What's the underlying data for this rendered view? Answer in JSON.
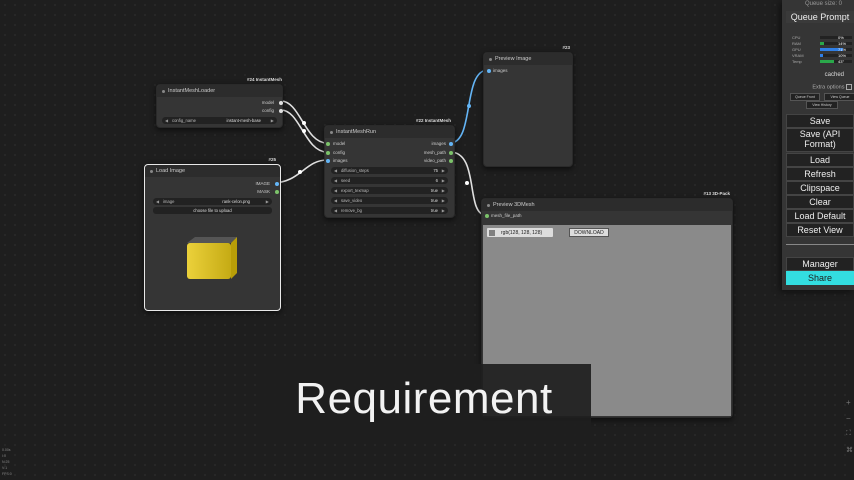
{
  "nodes": {
    "loader": {
      "id": "#24 InstantMesh",
      "title": "InstantMeshLoader",
      "outputs": [
        "model",
        "config"
      ],
      "widget": {
        "label": "config_name",
        "value": "instant-mesh-base"
      }
    },
    "load_image": {
      "id": "#25",
      "title": "Load Image",
      "outputs": [
        "IMAGE",
        "MASK"
      ],
      "widget": {
        "label": "image",
        "value": "rank-celon.png"
      },
      "upload_label": "choose file to upload"
    },
    "run": {
      "id": "#22 InstantMesh",
      "title": "InstantMeshRun",
      "inputs": [
        "model",
        "config",
        "images"
      ],
      "outputs": [
        "images",
        "mesh_path",
        "video_path"
      ],
      "widgets": [
        {
          "label": "diffusion_steps",
          "value": "75"
        },
        {
          "label": "seed",
          "value": "6"
        },
        {
          "label": "export_texmap",
          "value": "true"
        },
        {
          "label": "save_video",
          "value": "true"
        },
        {
          "label": "remove_bg",
          "value": "true"
        }
      ]
    },
    "preview_image": {
      "id": "#23",
      "title": "Preview Image",
      "inputs": [
        "images"
      ]
    },
    "preview_3d": {
      "id": "#13 3D-Pack",
      "title": "Preview 3DMesh",
      "inputs": [
        "mesh_file_path"
      ],
      "color_value": "rgb(128, 128, 128)",
      "download_label": "DOWNLOAD"
    }
  },
  "panel": {
    "queue_size": "Queue size: 0",
    "queue_prompt": "Queue Prompt",
    "monitors": [
      {
        "label": "CPU",
        "pct": "0%",
        "value": 0,
        "color": "#2aa84a"
      },
      {
        "label": "RAM",
        "pct": "14%",
        "value": 14,
        "color": "#2aa84a"
      },
      {
        "label": "GPU",
        "pct": "71%",
        "value": 71,
        "color": "#2f7fe6"
      },
      {
        "label": "VRAM",
        "pct": "10%",
        "value": 10,
        "color": "#2f7fe6"
      },
      {
        "label": "Temp",
        "pct": "43°",
        "value": 43,
        "color": "#2aa84a"
      }
    ],
    "cached": "cached",
    "extra_options": "Extra options",
    "queue_front": "Queue Front",
    "view_queue": "View Queue",
    "view_history": "View History",
    "buttons": {
      "save": "Save",
      "save_api": "Save (API Format)",
      "load": "Load",
      "refresh": "Refresh",
      "clipspace": "Clipspace",
      "clear": "Clear",
      "load_default": "Load Default",
      "reset_view": "Reset View",
      "manager": "Manager",
      "share": "Share"
    }
  },
  "caption": "Requirement",
  "stats": [
    "0.00s",
    "I:0",
    "N:25",
    "V:1",
    "FPS:0"
  ],
  "colors": {
    "share": "#33dde0",
    "link_image": "#64b5f6",
    "link_other": "#e0e0e0",
    "socket_input": "#7cc36a"
  }
}
